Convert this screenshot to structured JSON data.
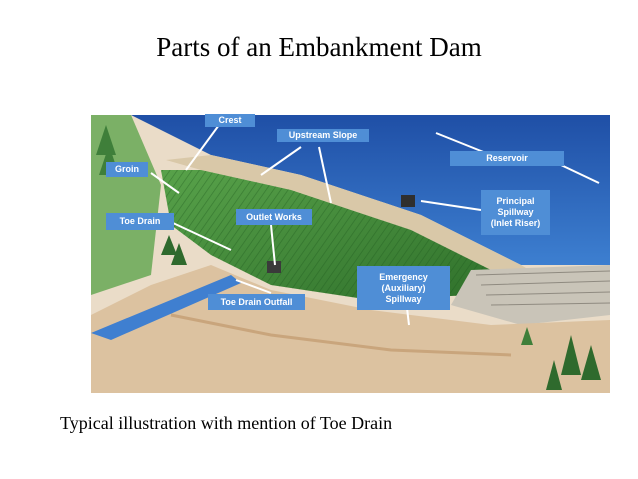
{
  "title": "Parts of an Embankment Dam",
  "caption": "Typical illustration with mention of Toe Drain",
  "labels": {
    "crest": "Crest",
    "upstream_slope": "Upstream Slope",
    "reservoir": "Reservoir",
    "groin": "Groin",
    "principal_spillway": "Principal\nSpillway\n(Inlet Riser)",
    "toe_drain": "Toe Drain",
    "outlet_works": "Outlet Works",
    "emergency_spillway": "Emergency\n(Auxiliary)\nSpillway",
    "toe_drain_outfall": "Toe Drain Outfall"
  },
  "colors": {
    "label_bg": "#4f8ed6",
    "label_text": "#ffffff",
    "reservoir_water": "#2f63b8",
    "dam_slope": "#3f8a34",
    "ground": "#e2ccb0",
    "pointer_line": "#ffffff"
  }
}
